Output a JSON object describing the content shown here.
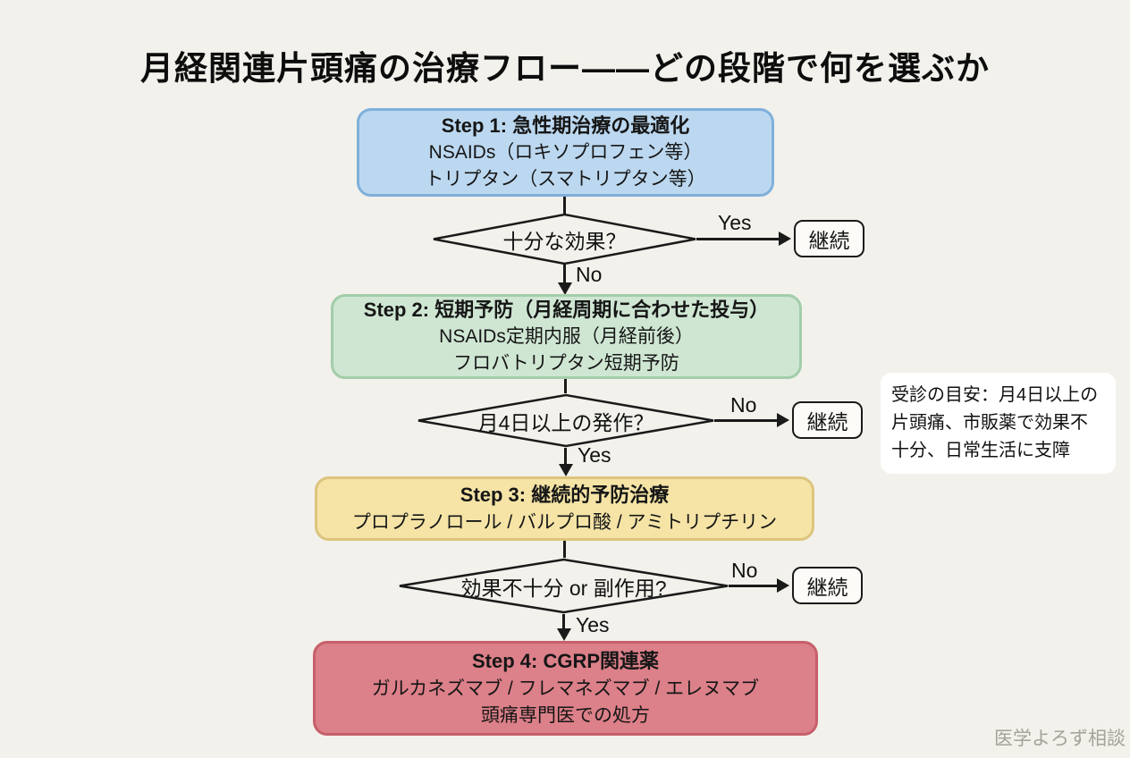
{
  "title": "月経関連片頭痛の治療フロー――どの段階で何を選ぶか",
  "watermark": "医学よろず相談",
  "colors": {
    "background": "#f2f1eb",
    "line": "#1a1a1a",
    "note_background": "#ffffff",
    "terminal_background": "#fcfbf7"
  },
  "flow": {
    "steps": [
      {
        "heading": "Step 1: 急性期治療の最適化",
        "lines": [
          "NSAIDs（ロキソプロフェン等）",
          "トリプタン（スマトリプタン等）"
        ],
        "fill": "#bcd8f0",
        "border": "#7fb0da"
      },
      {
        "heading": "Step 2: 短期予防（月経周期に合わせた投与）",
        "lines": [
          "NSAIDs定期内服（月経前後）",
          "フロバトリプタン短期予防"
        ],
        "fill": "#cfe6d3",
        "border": "#a3cdaa"
      },
      {
        "heading": "Step 3: 継続的予防治療",
        "lines": [
          "プロプラノロール / バルプロ酸 / アミトリプチリン"
        ],
        "fill": "#f5e4a6",
        "border": "#ddc47e"
      },
      {
        "heading": "Step 4: CGRP関連薬",
        "lines": [
          "ガルカネズマブ / フレマネズマブ / エレヌマブ",
          "頭痛専門医での処方"
        ],
        "fill": "#dc8089",
        "border": "#c75f6b"
      }
    ],
    "decisions": [
      {
        "question": "十分な効果？",
        "right_label": "Yes",
        "down_label": "No",
        "right_target": "継続"
      },
      {
        "question": "月4日以上の発作？",
        "right_label": "No",
        "down_label": "Yes",
        "right_target": "継続"
      },
      {
        "question": "効果不十分 or 副作用?",
        "right_label": "No",
        "down_label": "Yes",
        "right_target": "継続"
      }
    ],
    "note": "受診の目安：月4日以上の片頭痛、市販薬で効果不十分、日常生活に支障"
  }
}
